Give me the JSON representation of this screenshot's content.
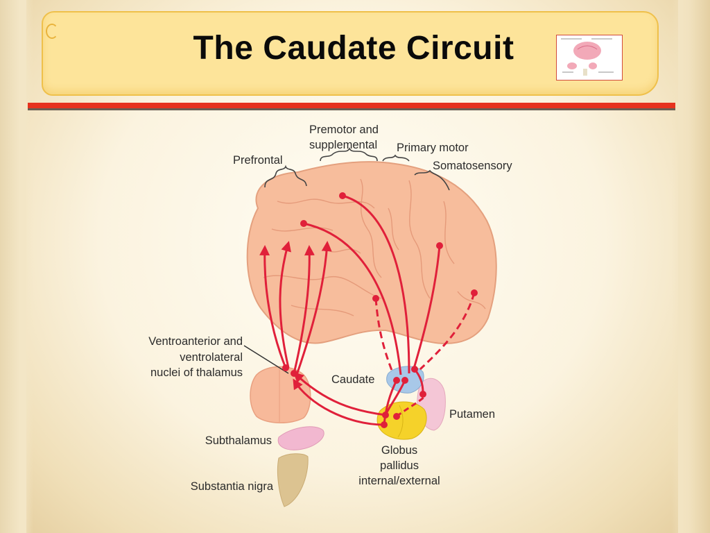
{
  "slide": {
    "title": "The Caudate Circuit"
  },
  "diagram": {
    "cortical_regions": {
      "premotor_line1": "Premotor and",
      "premotor_line2": "supplemental",
      "prefrontal": "Prefrontal",
      "primary_motor": "Primary motor",
      "somatosensory": "Somatosensory"
    },
    "structures": {
      "thalamus_line1": "Ventroanterior and",
      "thalamus_line2": "ventrolateral",
      "thalamus_line3": "nuclei of thalamus",
      "caudate": "Caudate",
      "putamen": "Putamen",
      "subthalamus": "Subthalamus",
      "globus_line1": "Globus",
      "globus_line2": "pallidus",
      "globus_line3": "internal/external",
      "substantia_nigra": "Substantia nigra"
    },
    "colors": {
      "brain": "#f7bd9c",
      "pathway": "#e0203a",
      "caudate": "#a8c8e8",
      "putamen": "#f4c6d6",
      "globus": "#f5d22a",
      "subthalamus": "#f2b8d0",
      "substantia_nigra": "#dcc391",
      "thalamus": "#f7b99a",
      "accent": "#e6321e",
      "banner": "#fde49a"
    }
  }
}
